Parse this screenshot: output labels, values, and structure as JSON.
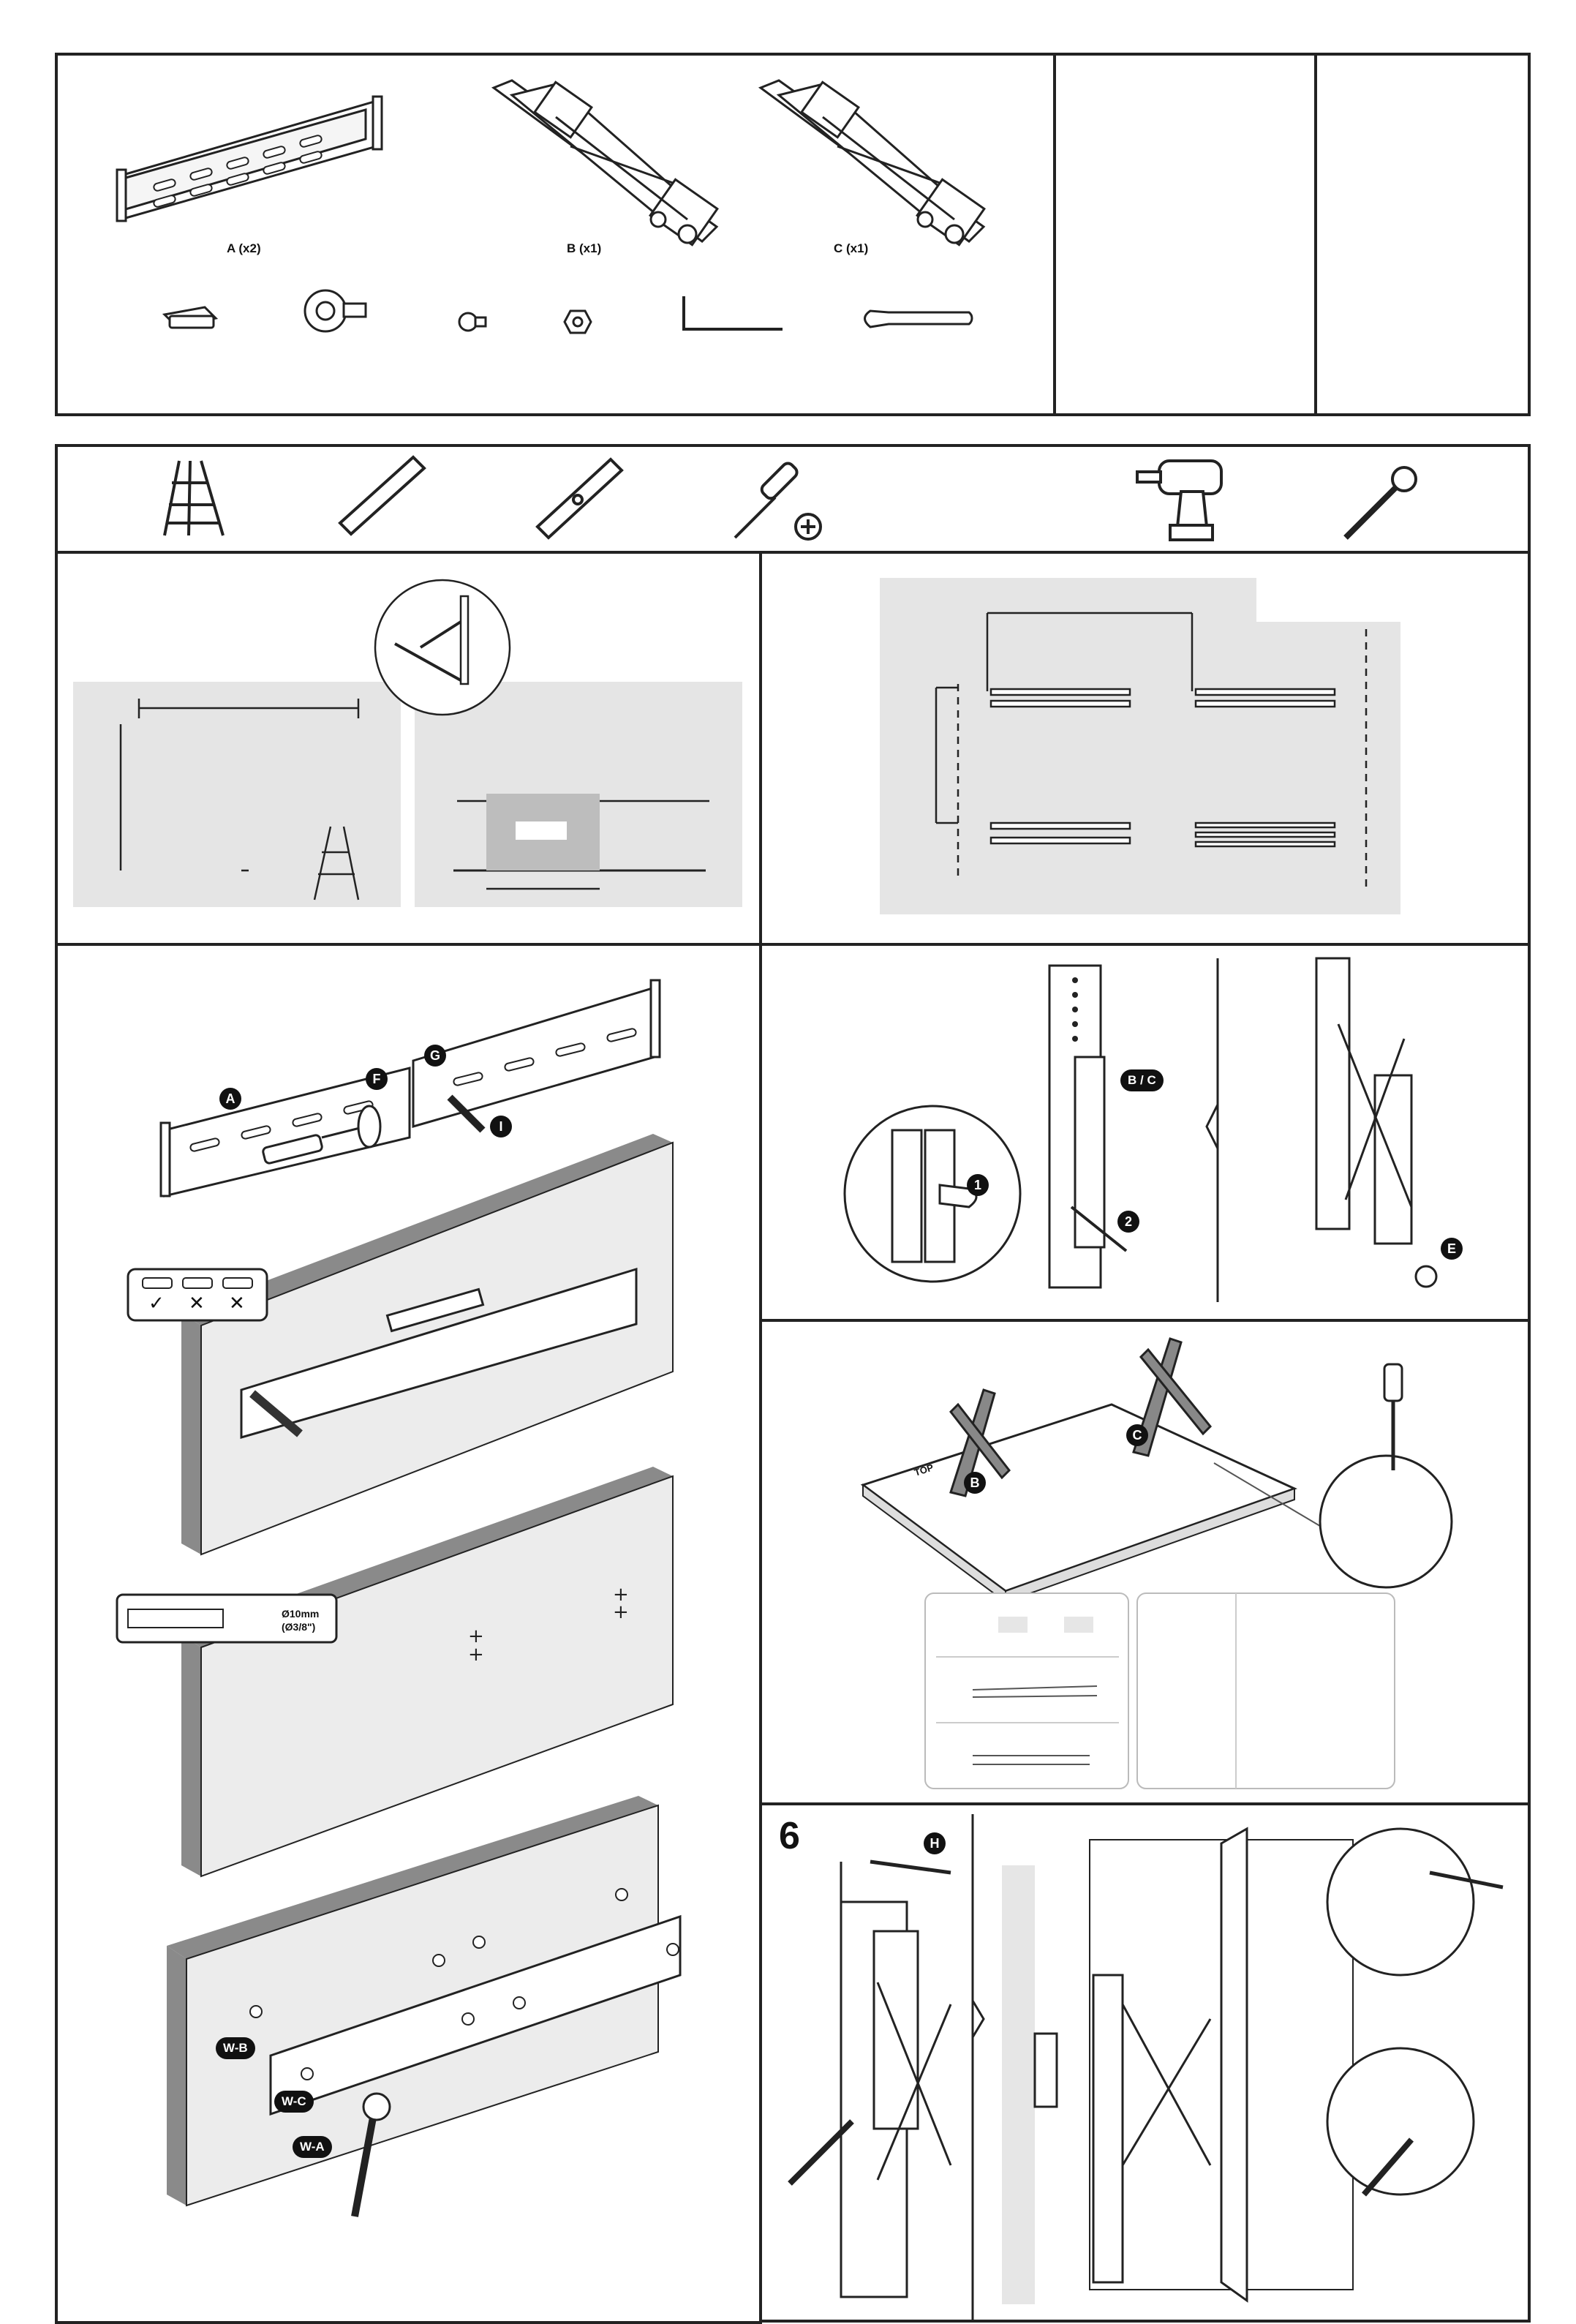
{
  "parts": {
    "a_label": "A (x2)",
    "b_label": "B (x1)",
    "c_label": "C (x1)"
  },
  "badges": {
    "a": "A",
    "f": "F",
    "g": "G",
    "i": "I",
    "bc": "B / C",
    "b": "B",
    "c": "C",
    "e": "E",
    "h": "H",
    "one": "1",
    "two": "2"
  },
  "drill": {
    "diameter": "Ø10mm",
    "diameter_in": "(Ø3/8\")"
  },
  "anchors": {
    "wb": "W-B",
    "wc": "W-C",
    "wa": "W-A"
  },
  "tv": {
    "top_label": "TOP"
  },
  "steps": {
    "six": "6"
  },
  "level_marks": {
    "ok": "✓",
    "bad1": "✕",
    "bad2": "✕"
  }
}
